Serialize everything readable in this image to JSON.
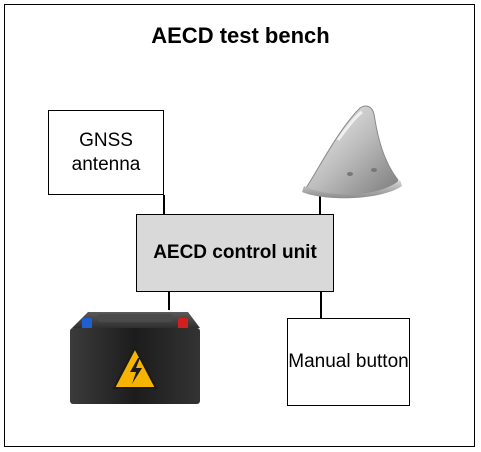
{
  "diagram": {
    "title": "AECD test bench",
    "gnss_antenna_label": "GNSS antenna",
    "control_unit_label": "AECD control unit",
    "manual_button_label": "Manual button"
  },
  "icons": {
    "antenna_image": "shark-fin-antenna-icon",
    "battery_image": "car-battery-icon"
  },
  "colors": {
    "control_unit_fill": "#d9d9d9",
    "battery_body": "#2a2a2a",
    "warning_yellow": "#f4b400",
    "terminal_red": "#d11f1f",
    "terminal_blue": "#1f5fd1"
  }
}
